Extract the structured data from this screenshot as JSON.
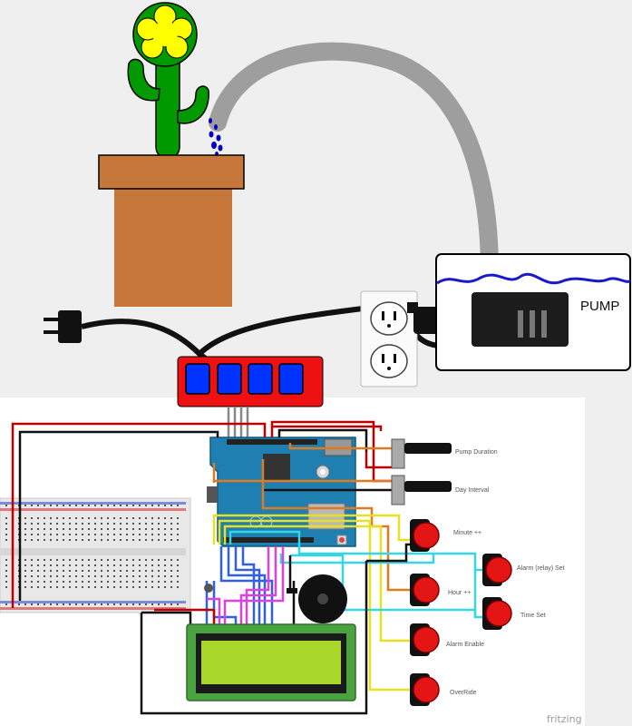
{
  "labels": {
    "pump": "PUMP",
    "pump_duration": "Pump Duration",
    "day_interval": "Day Interval",
    "minute": "Minute ++",
    "hour": "Hour ++",
    "alarm_relay_set": "Alarm (relay) Set",
    "time_set": "Time Set",
    "alarm_enable": "Alarm Enable",
    "override": "OverRide",
    "watermark": "fritzing"
  },
  "colors": {
    "pot": "#c8773a",
    "flower": "#ffff00",
    "plant": "#009900",
    "water": "#0000cc",
    "hose": "#9e9e9e",
    "relay": "#ee1111",
    "relay_button": "#0033ff",
    "pump_body": "#1c1c1c",
    "wire_red": "#c00000",
    "wire_black": "#111111",
    "wire_orange": "#e07a20",
    "wire_cyan": "#35d6e6",
    "wire_yellow": "#e8e020",
    "wire_blue": "#3060e8",
    "wire_magenta": "#e040e0",
    "arduino": "#1f7fb0",
    "lcd_screen": "#a9d62a",
    "button_red": "#e41515"
  }
}
